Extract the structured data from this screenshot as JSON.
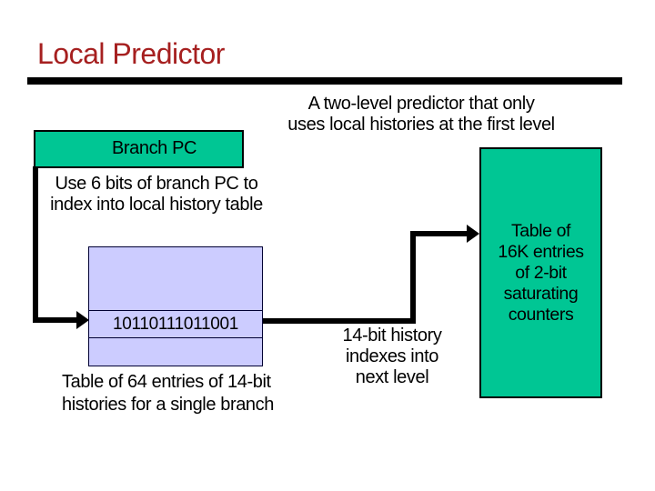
{
  "slide": {
    "title": "Local Predictor",
    "subtitle": "A two-level predictor that only\nuses local histories at the first level"
  },
  "colors": {
    "title_red": "#A62020",
    "box_green": "#00C694",
    "history_table_lavender": "#CCCCFF",
    "line_black": "#000000",
    "background": "#FFFFFF"
  },
  "diagram": {
    "branch_pc_label": "Branch PC",
    "index_caption": "Use 6 bits of branch PC to\nindex into local history table",
    "history_table": {
      "rows": [
        "",
        "10110111011001",
        ""
      ],
      "caption": "Table of 64 entries of 14-bit\nhistories for a single branch"
    },
    "history_arrow_caption": "14-bit history\nindexes into\nnext level",
    "counter_table_label": "Table of\n16K entries\nof 2-bit\nsaturating\ncounters"
  }
}
